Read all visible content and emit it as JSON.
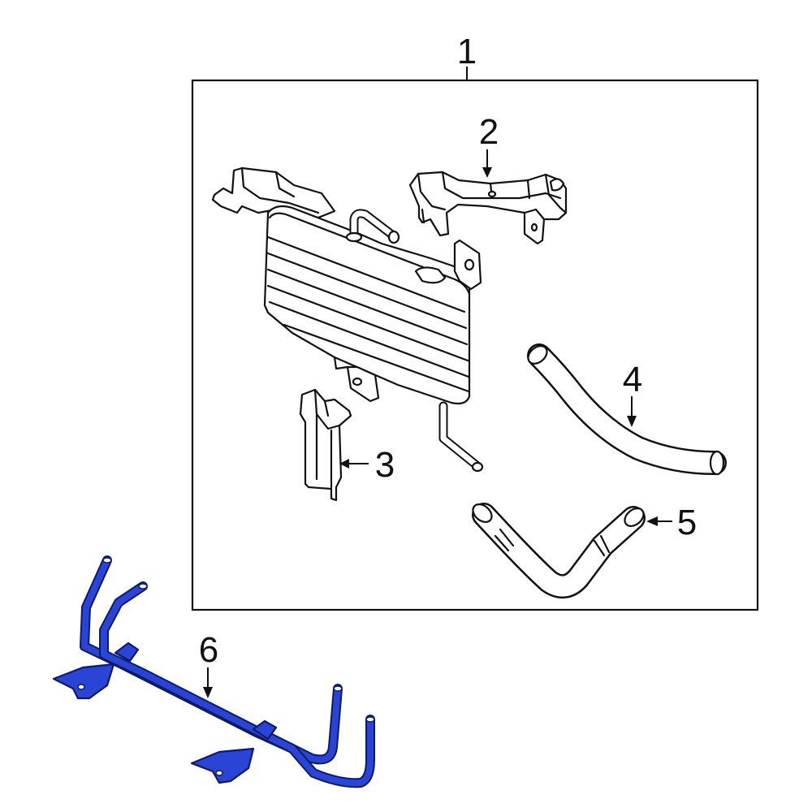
{
  "colors": {
    "highlight": "#2a45d6",
    "highlight_stroke": "#0d1a6b",
    "line": "#111111"
  },
  "callouts": {
    "c1": "1",
    "c2": "2",
    "c3": "3",
    "c4": "4",
    "c5": "5",
    "c6": "6"
  }
}
